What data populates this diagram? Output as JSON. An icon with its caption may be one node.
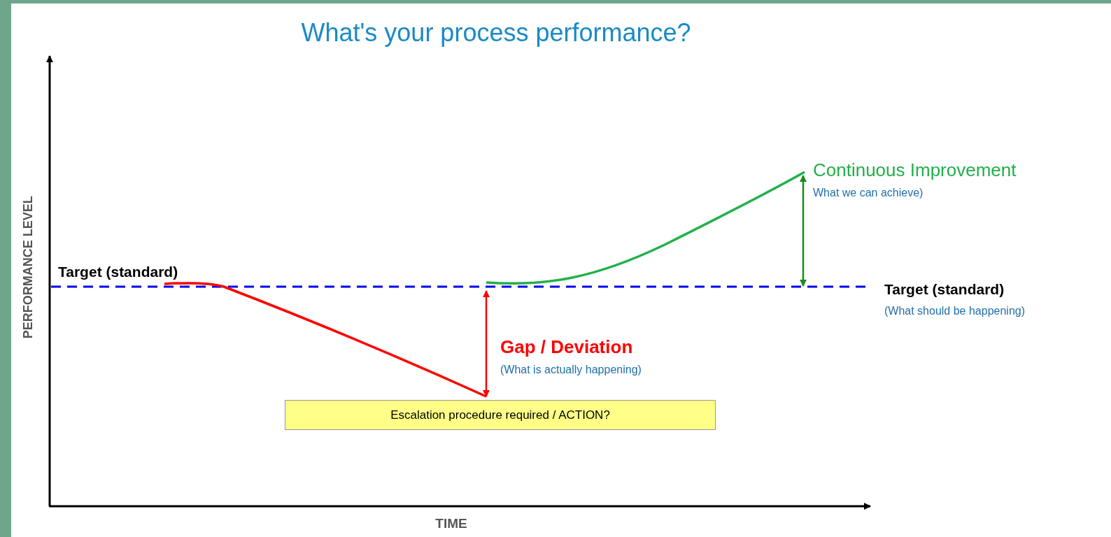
{
  "diagram": {
    "title": "What's your process performance?",
    "nodes": [
      {
        "text": [
          "Escalation procedure required / ACTION?"
        ]
      }
    ],
    "labels": [
      "PERFORMANCE LEVEL",
      "Continuous Improvement",
      "What we can achieve)",
      "Target (standard)",
      "Target (standard)",
      "(What should be happening)",
      "Gap / Deviation",
      "(What is actually happening)",
      "TIME"
    ]
  }
}
